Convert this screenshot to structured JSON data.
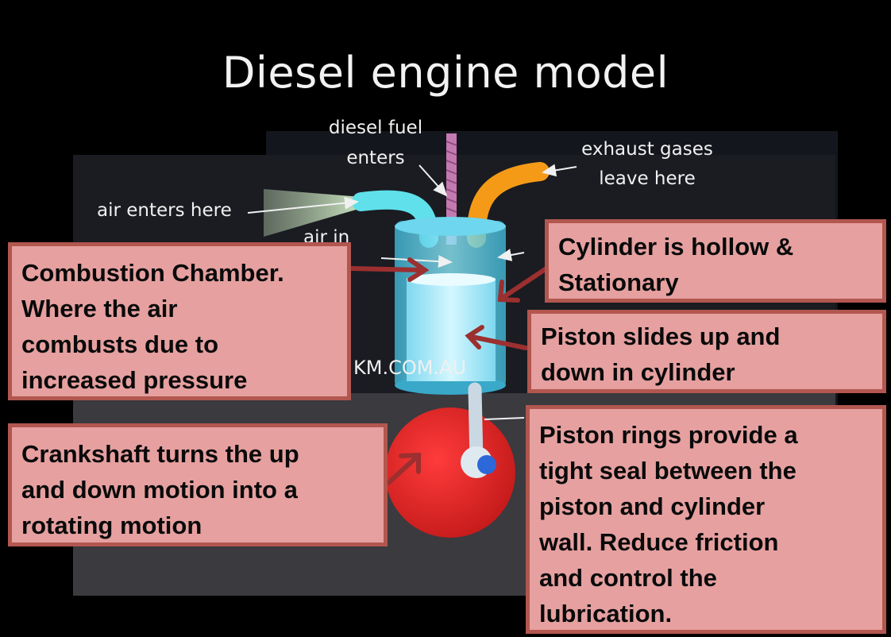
{
  "title": "Diesel engine model",
  "diagram_labels": {
    "diesel_fuel": [
      "diesel fuel",
      "enters"
    ],
    "exhaust": [
      "exhaust gases",
      "leave here"
    ],
    "air_enters": "air enters here",
    "air_in_partial": "air in",
    "watermark": "KM.COM.AU"
  },
  "callouts": {
    "combustion": "Combustion Chamber.\nWhere the air\ncombusts due to\nincreased pressure",
    "cylinder": "Cylinder is hollow &\nStationary",
    "piston": "Piston slides up and\ndown in cylinder",
    "crankshaft": "Crankshaft turns the up\nand down motion into a\nrotating motion",
    "rings": "Piston rings provide a\ntight seal between the\npiston and cylinder\nwall. Reduce friction\nand control the\nlubrication."
  },
  "colors": {
    "background": "#000000",
    "callout_fill": "#e6a0a0",
    "callout_border": "#b2574f",
    "arrow": "#9c2f2f",
    "cylinder": "#5ad6f0",
    "crank_wheel": "#e02525",
    "exhaust_pipe": "#f59a17",
    "intake_pipe": "#5fe0ea",
    "fuel_injector": "#c47ab0"
  }
}
